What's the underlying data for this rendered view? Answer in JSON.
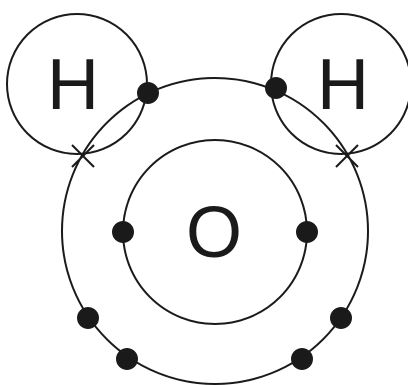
{
  "diagram": {
    "atoms": {
      "hydrogen_left": {
        "symbol": "H"
      },
      "hydrogen_right": {
        "symbol": "H"
      },
      "oxygen": {
        "symbol": "O"
      }
    },
    "electrons": {
      "oxygen_inner_shell": 2,
      "oxygen_outer_shell_dots": 6,
      "hydrogen_crosses": 2
    },
    "colors": {
      "stroke": "#1a1a1a",
      "electron": "#1a1a1a",
      "text": "#1a1a1a",
      "background": "#ffffff"
    }
  }
}
